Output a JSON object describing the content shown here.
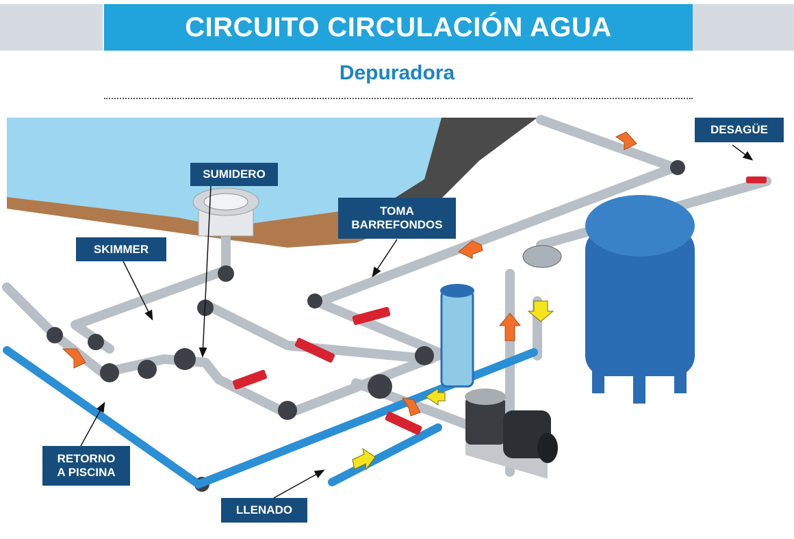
{
  "header": {
    "title": "CIRCUITO CIRCULACIÓN AGUA",
    "subtitle": "Depuradora"
  },
  "labels": {
    "desague": "DESAGÜE",
    "sumidero": "SUMIDERO",
    "toma_barrefondos": "TOMA\nBARREFONDOS",
    "skimmer": "SKIMMER",
    "retorno_piscina": "RETORNO\nA PISCINA",
    "llenado": "LLENADO"
  },
  "colors": {
    "title_bar": "#21a3dc",
    "label_bg": "#174d7c",
    "pool_water": "#9dd6f0",
    "pipe_gray": "#b9bfc6",
    "pipe_blue": "#2b8fd6",
    "valve_red": "#d9222f",
    "flow_orange": "#f26f2a",
    "flow_yellow": "#f4e41c",
    "filter_tank": "#2a6db5"
  }
}
